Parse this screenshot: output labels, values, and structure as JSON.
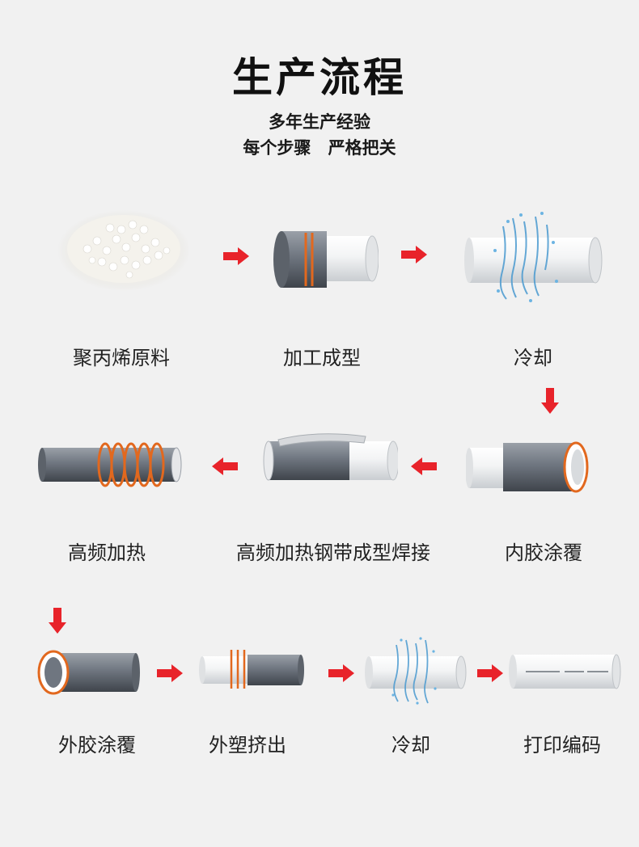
{
  "title": "生产流程",
  "subtitle_line1": "多年生产经验",
  "subtitle_line2": "每个步骤 严格把关",
  "colors": {
    "arrow": "#e8232a",
    "pipe_gray": "#6f7680",
    "pipe_white": "#eceeef",
    "ring": "#e2681e",
    "water": "#4a9ad0"
  },
  "steps": [
    {
      "label": "聚丙烯原料",
      "icon": "pellets-icon"
    },
    {
      "label": "加工成型",
      "icon": "forming-pipe-icon"
    },
    {
      "label": "冷却",
      "icon": "cooling-pipe-icon"
    },
    {
      "label": "内胶涂覆",
      "icon": "inner-coating-pipe-icon"
    },
    {
      "label": "高频加热钢带成型焊接",
      "icon": "steel-strip-pipe-icon"
    },
    {
      "label": "高频加热",
      "icon": "heating-coil-pipe-icon"
    },
    {
      "label": "外胶涂覆",
      "icon": "outer-coating-pipe-icon"
    },
    {
      "label": "外塑挤出",
      "icon": "extrusion-pipe-icon"
    },
    {
      "label": "冷却",
      "icon": "cooling-pipe-icon"
    },
    {
      "label": "打印编码",
      "icon": "printed-pipe-icon"
    }
  ]
}
